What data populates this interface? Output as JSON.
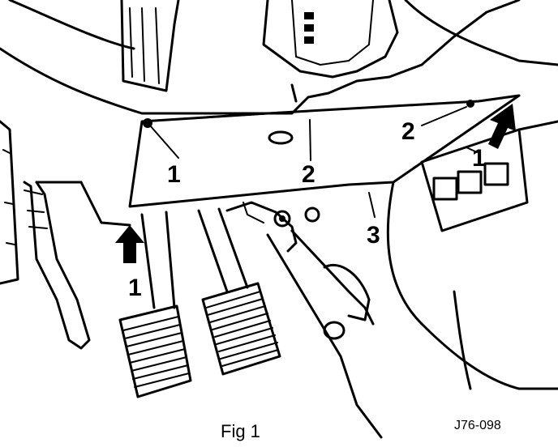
{
  "caption": "Fig 1",
  "reference_code": "J76-098",
  "callouts": {
    "fastener": "1",
    "panel": "2",
    "stop": "3"
  },
  "icons": [
    "arrow-up-icon",
    "clutch-pedal-icon",
    "brake-pedal-icon"
  ]
}
